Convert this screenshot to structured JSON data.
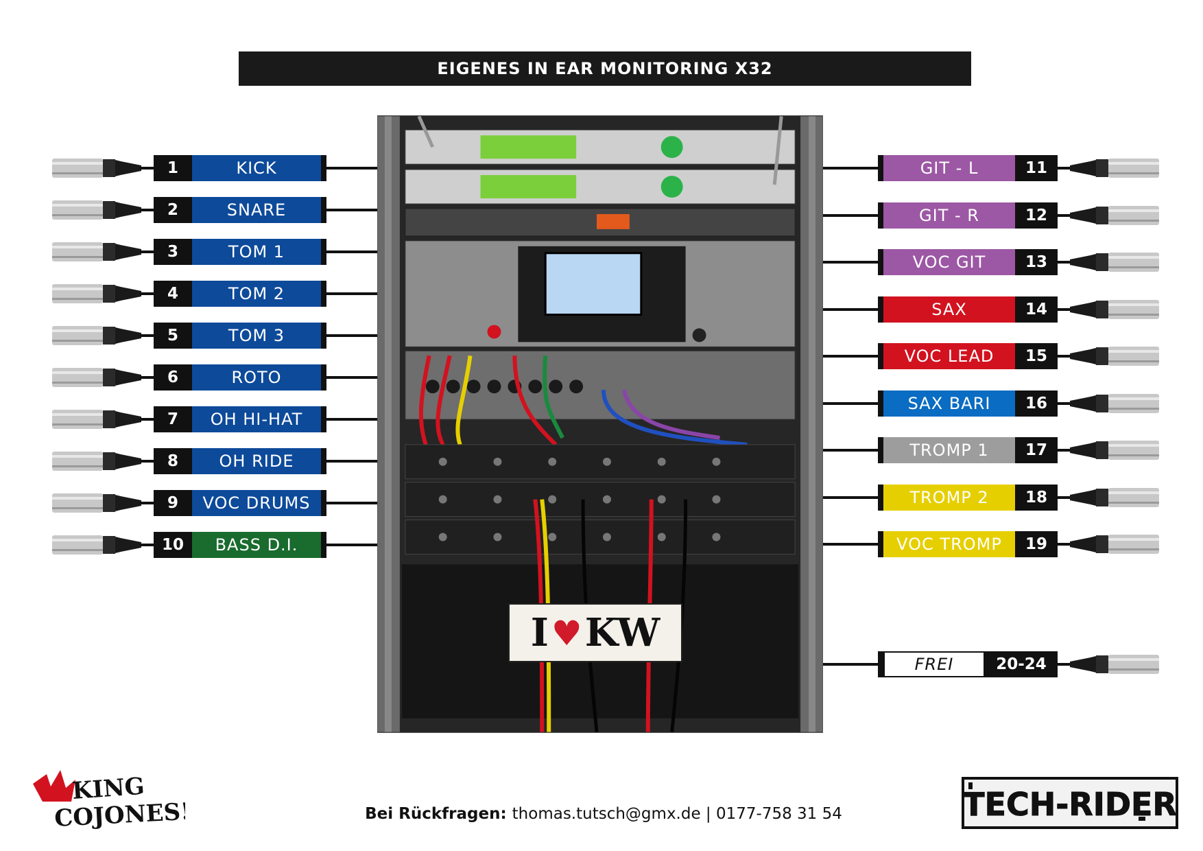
{
  "title": "EIGENES IN EAR MONITORING X32",
  "left_channels": [
    {
      "number": "1",
      "label": "KICK",
      "color": "#0d4a9a"
    },
    {
      "number": "2",
      "label": "SNARE",
      "color": "#0d4a9a"
    },
    {
      "number": "3",
      "label": "TOM 1",
      "color": "#0d4a9a"
    },
    {
      "number": "4",
      "label": "TOM 2",
      "color": "#0d4a9a"
    },
    {
      "number": "5",
      "label": "TOM 3",
      "color": "#0d4a9a"
    },
    {
      "number": "6",
      "label": "ROTO",
      "color": "#0d4a9a"
    },
    {
      "number": "7",
      "label": "OH HI-HAT",
      "color": "#0d4a9a"
    },
    {
      "number": "8",
      "label": "OH RIDE",
      "color": "#0d4a9a"
    },
    {
      "number": "9",
      "label": "VOC DRUMS",
      "color": "#0d4a9a"
    },
    {
      "number": "10",
      "label": "BASS D.I.",
      "color": "#1a6b2e"
    }
  ],
  "right_channels": [
    {
      "number": "11",
      "label": "GIT - L",
      "color": "#9c58a4"
    },
    {
      "number": "12",
      "label": "GIT - R",
      "color": "#9c58a4"
    },
    {
      "number": "13",
      "label": "VOC GIT",
      "color": "#9c58a4"
    },
    {
      "number": "14",
      "label": "SAX",
      "color": "#d2121f"
    },
    {
      "number": "15",
      "label": "VOC LEAD",
      "color": "#d2121f"
    },
    {
      "number": "16",
      "label": "SAX BARI",
      "color": "#0a6cc2"
    },
    {
      "number": "17",
      "label": "TROMP 1",
      "color": "#9d9d9d"
    },
    {
      "number": "18",
      "label": "TROMP 2",
      "color": "#e6cf00"
    },
    {
      "number": "19",
      "label": "VOC TROMP",
      "color": "#e6cf00"
    }
  ],
  "spare": {
    "label": "FREI",
    "number": "20-24"
  },
  "rack_photo": {
    "sign_letter_1": "I",
    "sign_heart": "♥",
    "sign_letters": "KW"
  },
  "footer": {
    "contact_label": "Bei Rückfragen:",
    "contact_value": "thomas.tutsch@gmx.de | 0177-758 31 54"
  },
  "logos": {
    "left": "KING COJONES!",
    "right": "TECH-RIDER"
  }
}
